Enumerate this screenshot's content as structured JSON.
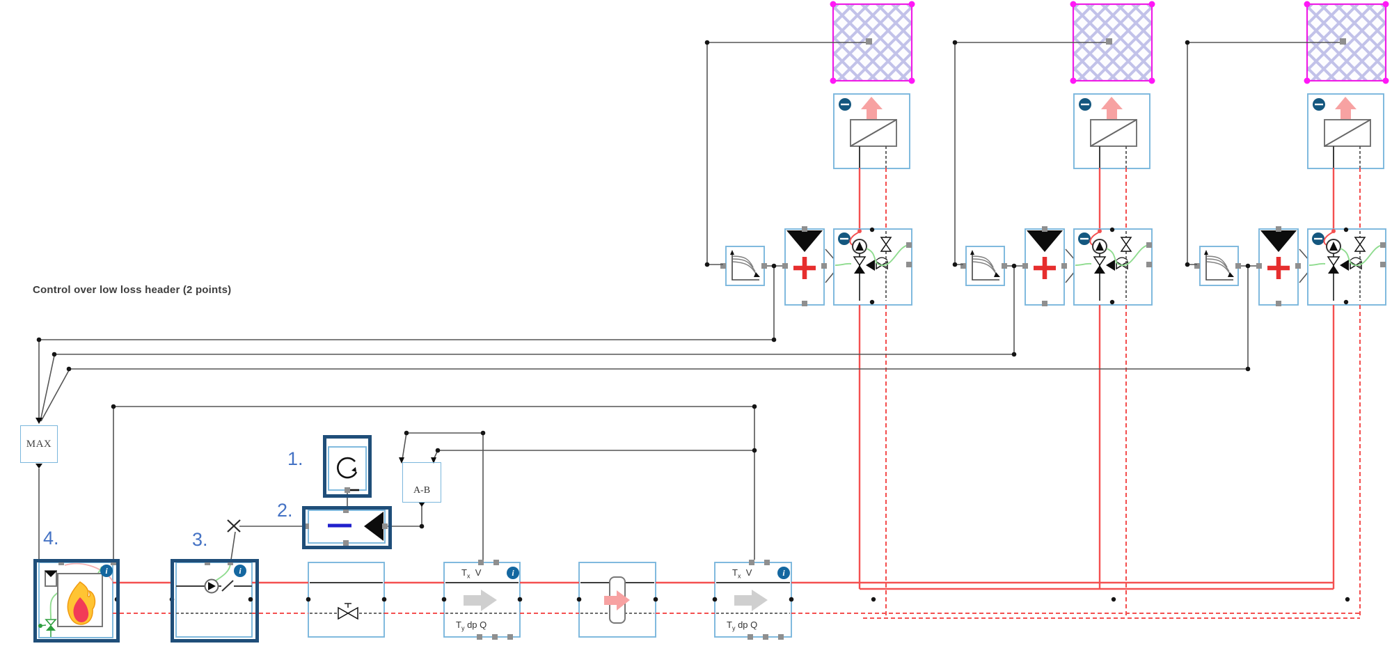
{
  "title": "Control over low loss header (2 points)",
  "annotations": {
    "n1": "1.",
    "n2": "2.",
    "n3": "3.",
    "n4": "4."
  },
  "blocks": {
    "max_label": "MAX",
    "ab_label": "A-B"
  },
  "sensor": {
    "t": "T",
    "x": "x",
    "v": "V",
    "y": "y",
    "dpq": "dp Q"
  },
  "icons": {
    "info": "i"
  },
  "colors": {
    "selection_navy": "#1f4e79",
    "component_blue": "#7ab6dc",
    "pipe_red": "#f45050",
    "control_green": "#8fdc8f",
    "valve_green": "#2e9e3e",
    "magenta": "#ee1ee6",
    "label_blue": "#4472c4",
    "info_blue": "#1467a0",
    "badge_navy": "#14577f",
    "arrow_pink": "#f7a2a2",
    "arrow_grey": "#cfcfcf",
    "plus_red": "#e62e2e"
  }
}
